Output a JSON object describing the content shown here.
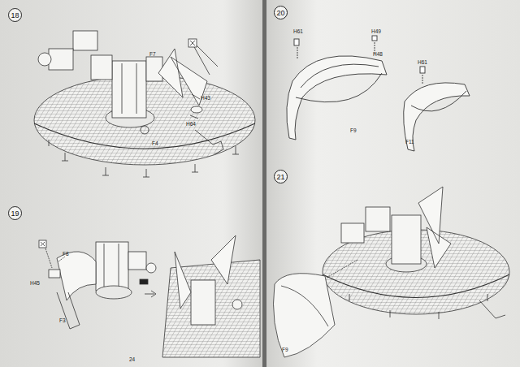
{
  "diagram": {
    "nodes": [
      {
        "text": [
          "18"
        ]
      },
      {
        "text": [
          "19"
        ]
      },
      {
        "text": [
          "20"
        ]
      },
      {
        "text": [
          "21"
        ]
      }
    ],
    "edges": [],
    "labels": [
      "F7",
      "H43",
      "H64",
      "F4",
      "F8",
      "H45",
      "F3",
      "H61",
      "H49",
      "H48",
      "F9",
      "H61",
      "F11",
      "F9",
      "24"
    ]
  }
}
